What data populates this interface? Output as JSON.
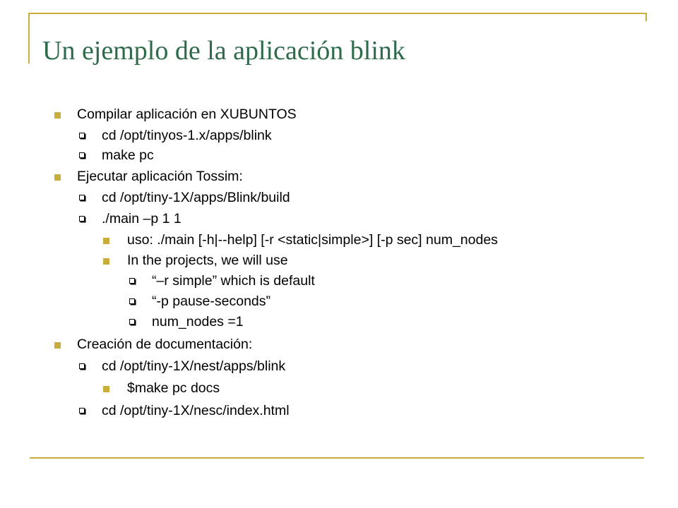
{
  "slide": {
    "title": "Un ejemplo de la aplicación blink",
    "items": [
      {
        "level": 1,
        "text": "Compilar aplicación en XUBUNTOS"
      },
      {
        "level": 2,
        "text": "cd /opt/tinyos-1.x/apps/blink"
      },
      {
        "level": 2,
        "text": "make pc"
      },
      {
        "level": 1,
        "text": "Ejecutar aplicación Tossim:"
      },
      {
        "level": 2,
        "text": "cd /opt/tiny-1X/apps/Blink/build"
      },
      {
        "level": 2,
        "text": "./main –p 1 1"
      },
      {
        "level": 3,
        "text": "uso: ./main [-h|--help] [-r <static|simple>] [-p sec] num_nodes"
      },
      {
        "level": 3,
        "text": "In the projects, we will use"
      },
      {
        "level": 4,
        "text": "“–r simple” which is default"
      },
      {
        "level": 4,
        "text": "“-p pause-seconds”"
      },
      {
        "level": 4,
        "text": "num_nodes =1"
      },
      {
        "level": 1,
        "text": "Creación de documentación:"
      },
      {
        "level": 2,
        "text": "cd /opt/tiny-1X/nest/apps/blink"
      },
      {
        "level": 3,
        "text": "$make pc docs"
      },
      {
        "level": 2,
        "text": "cd /opt/tiny-1X/nesc/index.html"
      }
    ]
  },
  "colors": {
    "title": "#2e6b4a",
    "accent": "#c8ac3c",
    "text": "#000000"
  }
}
